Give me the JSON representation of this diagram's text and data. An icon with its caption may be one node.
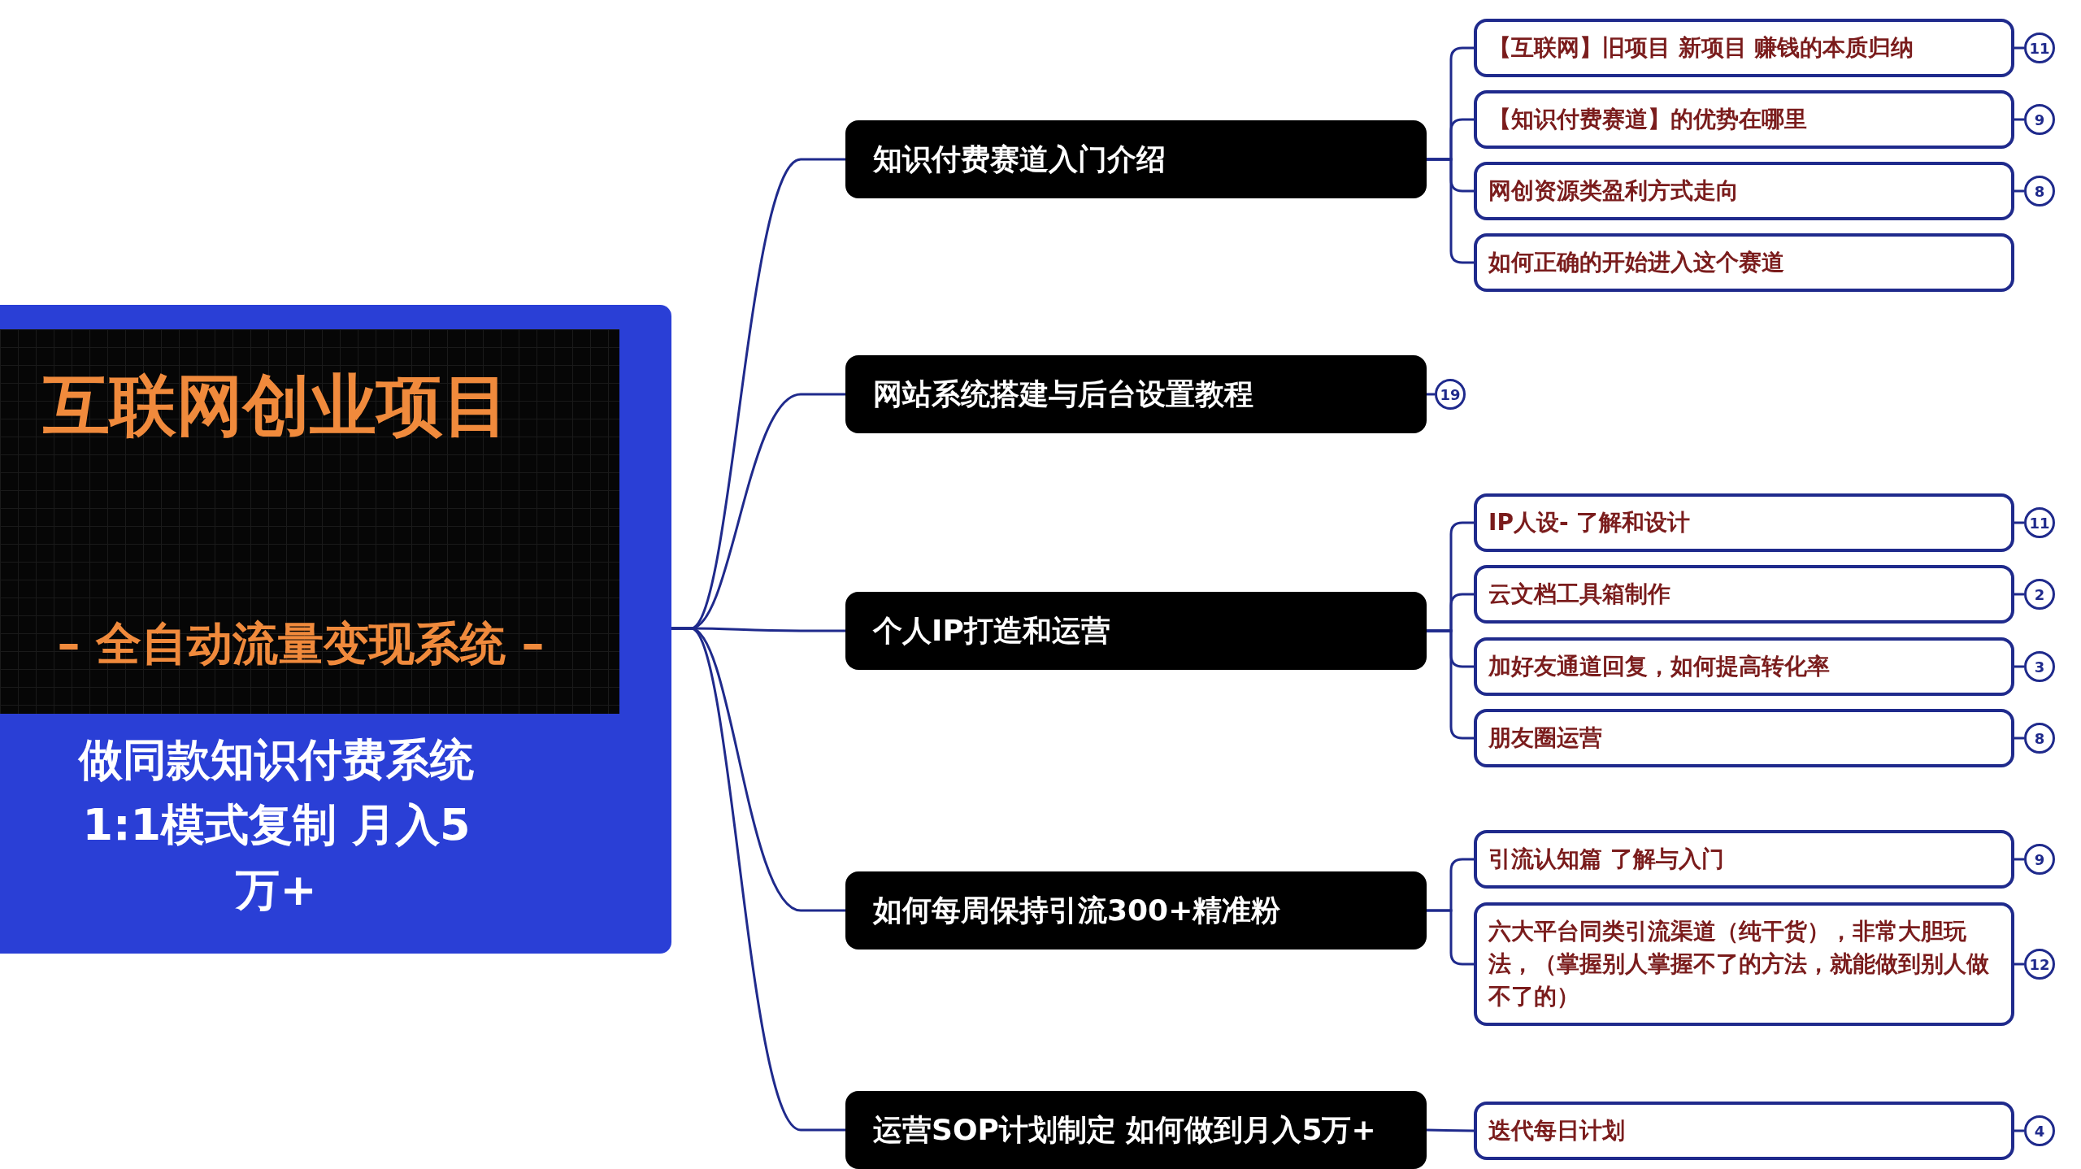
{
  "diagram": {
    "nodes": [
      {
        "text": [
          "互联网创业项目",
          "– 全自动流量变现系统 –",
          "做同款知识付费系统 1:1模式复制 月入5万+"
        ]
      },
      {
        "text": [
          "知识付费赛道入门介绍"
        ]
      },
      {
        "text": [
          "【互联网】旧项目 新项目 赚钱的本质归纳"
        ]
      },
      {
        "text": [
          "【知识付费赛道】的优势在哪里"
        ]
      },
      {
        "text": [
          "网创资源类盈利方式走向"
        ]
      },
      {
        "text": [
          "如何正确的开始进入这个赛道"
        ]
      },
      {
        "text": [
          "网站系统搭建与后台设置教程"
        ]
      },
      {
        "text": [
          "个人IP打造和运营"
        ]
      },
      {
        "text": [
          "IP人设- 了解和设计"
        ]
      },
      {
        "text": [
          "云文档工具箱制作"
        ]
      },
      {
        "text": [
          "加好友通道回复，如何提高转化率"
        ]
      },
      {
        "text": [
          "朋友圈运营"
        ]
      },
      {
        "text": [
          "如何每周保持引流300+精准粉"
        ]
      },
      {
        "text": [
          "引流认知篇 了解与入门"
        ]
      },
      {
        "text": [
          "六大平台同类引流渠道（纯干货），非常大胆玩法，（掌握别人掌握不了的方法，就能做到别人做不了的）"
        ]
      },
      {
        "text": [
          "运营SOP计划制定 如何做到月入5万+"
        ]
      },
      {
        "text": [
          "迭代每日计划"
        ]
      },
      {
        "text": [
          "11"
        ]
      },
      {
        "text": [
          "9"
        ]
      },
      {
        "text": [
          "8"
        ]
      },
      {
        "text": [
          "19"
        ]
      },
      {
        "text": [
          "11"
        ]
      },
      {
        "text": [
          "2"
        ]
      },
      {
        "text": [
          "3"
        ]
      },
      {
        "text": [
          "8"
        ]
      },
      {
        "text": [
          "9"
        ]
      },
      {
        "text": [
          "12"
        ]
      },
      {
        "text": [
          "4"
        ]
      }
    ],
    "edges": [
      {
        "from": 0,
        "to": 1,
        "arrow": "none"
      },
      {
        "from": 0,
        "to": 6,
        "arrow": "none"
      },
      {
        "from": 0,
        "to": 7,
        "arrow": "none"
      },
      {
        "from": 0,
        "to": 12,
        "arrow": "none"
      },
      {
        "from": 0,
        "to": 15,
        "arrow": "none"
      },
      {
        "from": 1,
        "to": 2,
        "arrow": "none"
      },
      {
        "from": 1,
        "to": 3,
        "arrow": "none"
      },
      {
        "from": 1,
        "to": 4,
        "arrow": "none"
      },
      {
        "from": 1,
        "to": 5,
        "arrow": "none"
      },
      {
        "from": 7,
        "to": 8,
        "arrow": "none"
      },
      {
        "from": 7,
        "to": 9,
        "arrow": "none"
      },
      {
        "from": 7,
        "to": 10,
        "arrow": "none"
      },
      {
        "from": 7,
        "to": 11,
        "arrow": "none"
      },
      {
        "from": 12,
        "to": 13,
        "arrow": "none"
      },
      {
        "from": 12,
        "to": 14,
        "arrow": "none"
      },
      {
        "from": 15,
        "to": 16,
        "arrow": "none"
      },
      {
        "from": 2,
        "to": 17,
        "arrow": "none"
      },
      {
        "from": 3,
        "to": 18,
        "arrow": "none"
      },
      {
        "from": 4,
        "to": 19,
        "arrow": "none"
      },
      {
        "from": 6,
        "to": 20,
        "arrow": "none"
      },
      {
        "from": 8,
        "to": 21,
        "arrow": "none"
      },
      {
        "from": 9,
        "to": 22,
        "arrow": "none"
      },
      {
        "from": 10,
        "to": 23,
        "arrow": "none"
      },
      {
        "from": 11,
        "to": 24,
        "arrow": "none"
      },
      {
        "from": 13,
        "to": 25,
        "arrow": "none"
      },
      {
        "from": 14,
        "to": 26,
        "arrow": "none"
      },
      {
        "from": 16,
        "to": 27,
        "arrow": "none"
      }
    ]
  }
}
